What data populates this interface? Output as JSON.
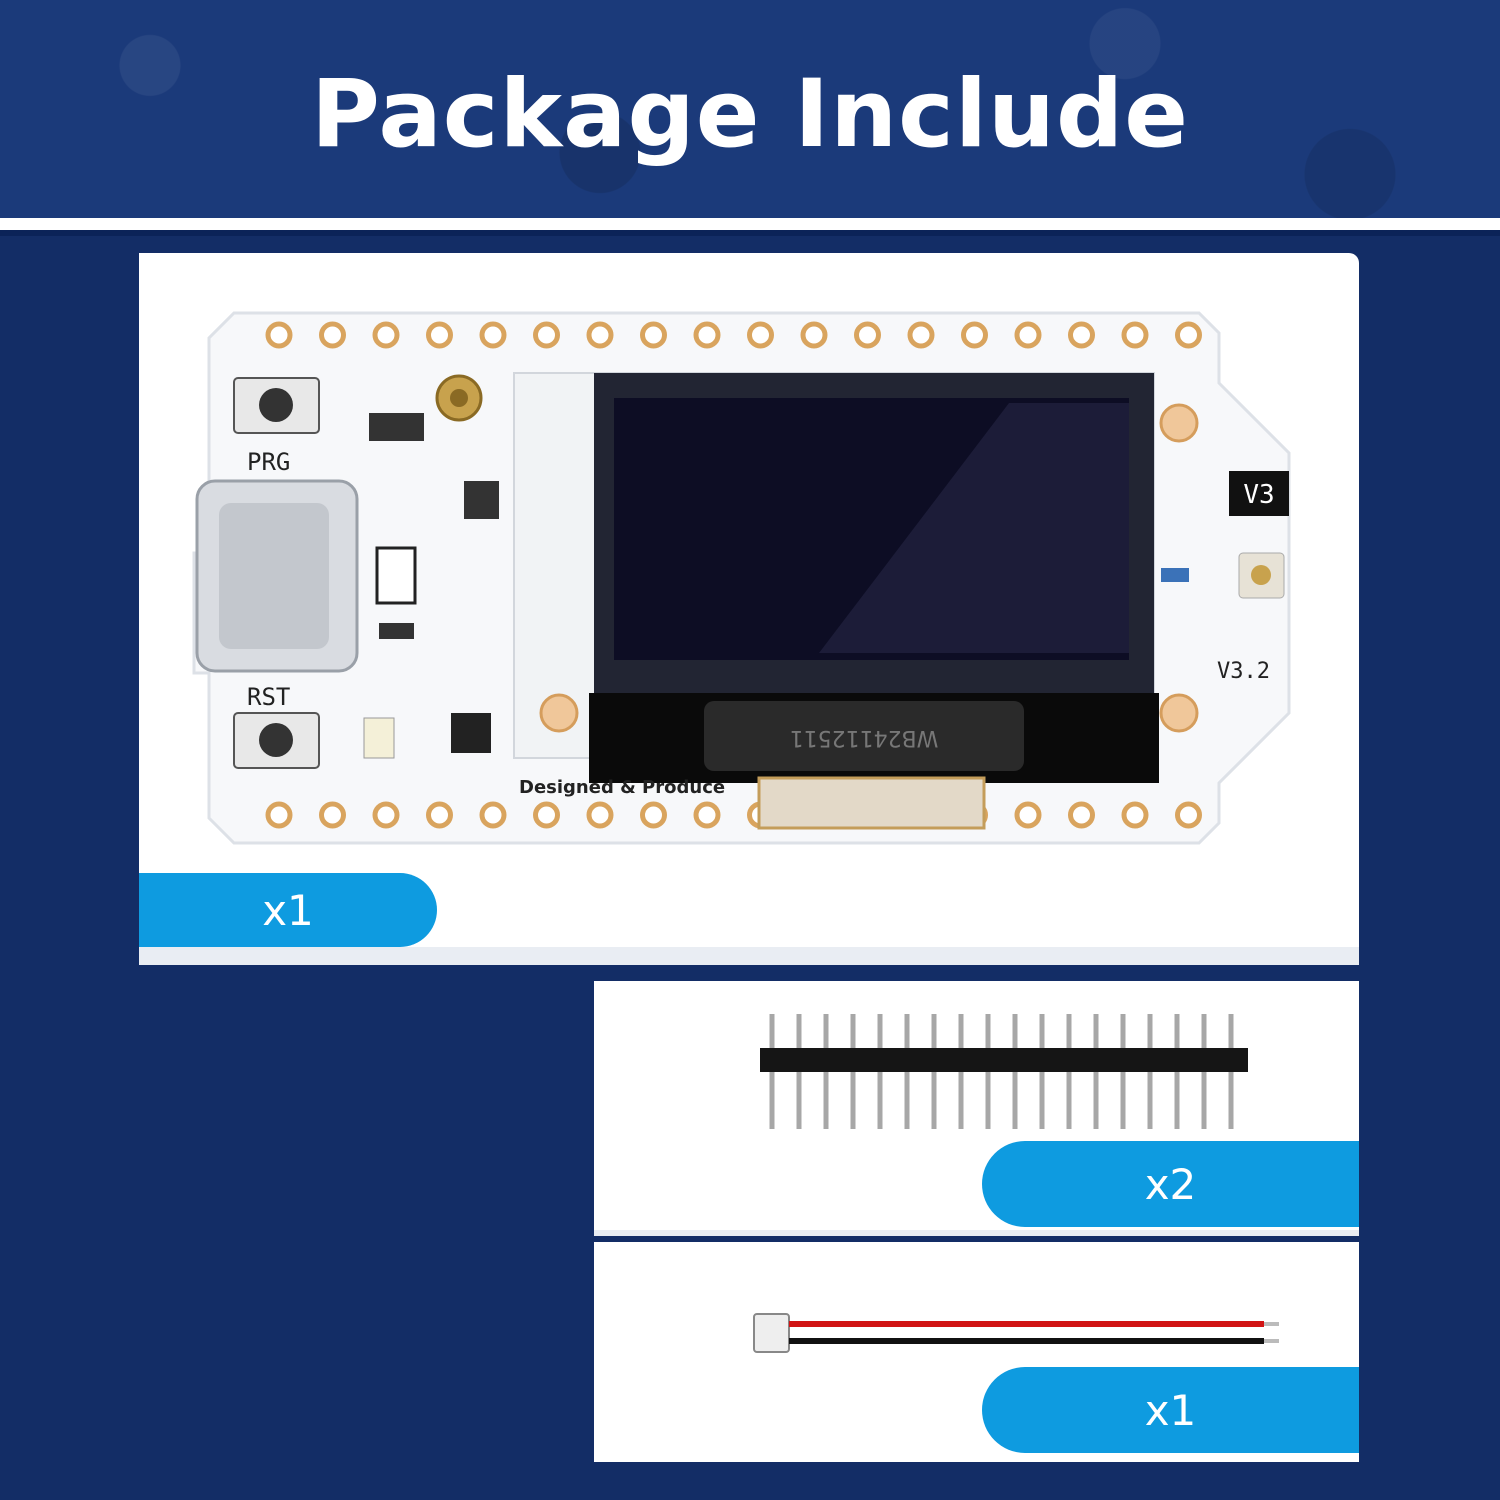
{
  "header": {
    "title": "Package Include"
  },
  "board": {
    "label_prg": "PRG",
    "label_rst": "RST",
    "label_v3": "V3",
    "label_version": "V3.2",
    "label_designed": "Designed & Produce",
    "label_ribbon": "WB24112511"
  },
  "items": [
    {
      "name": "development board",
      "quantity": "x1"
    },
    {
      "name": "pin header",
      "quantity": "x2"
    },
    {
      "name": "battery cable",
      "quantity": "x1"
    }
  ],
  "colors": {
    "background": "#132d66",
    "accent": "#0e9be0",
    "panel": "#ffffff"
  }
}
